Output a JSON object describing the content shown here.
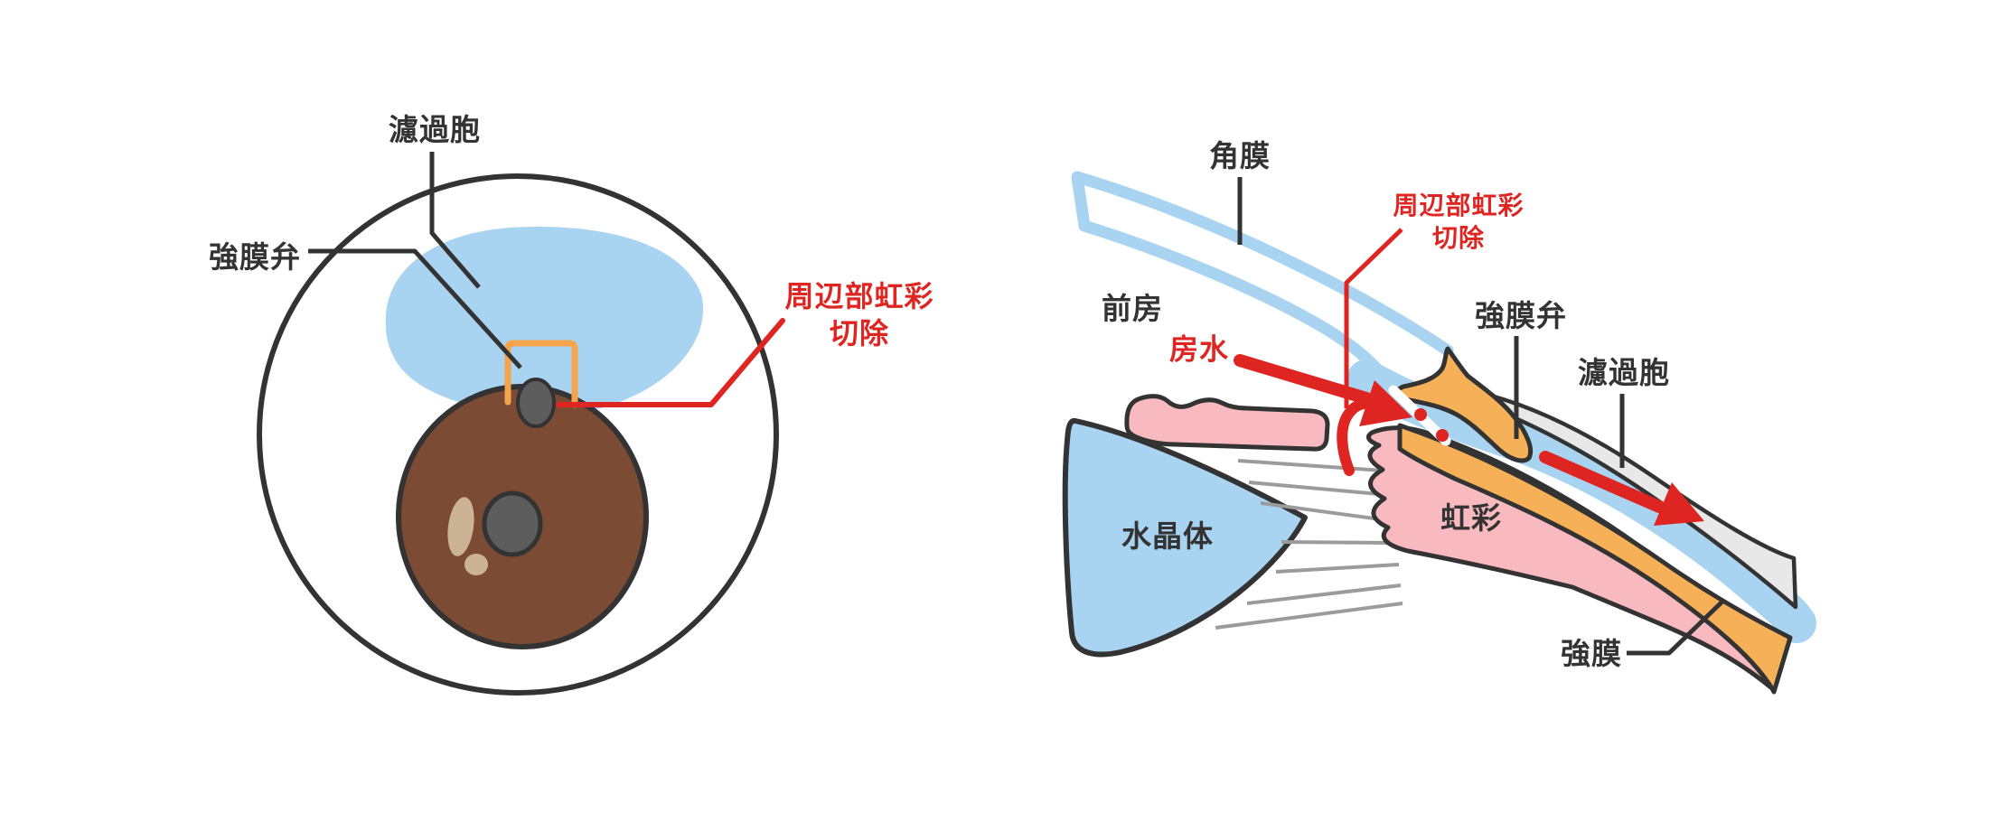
{
  "figure": {
    "type": "medical-anatomy-diagram",
    "subject": "trabeculectomy (glaucoma filtration surgery) of the eye",
    "panels": [
      "eye front view",
      "limbus cross-section view"
    ]
  },
  "labels": {
    "left_bleb": "濾過胞",
    "left_scleral_flap": "強膜弁",
    "left_iridectomy_line1": "周辺部虹彩",
    "left_iridectomy_line2": "切除",
    "right_cornea": "角膜",
    "right_anterior_chamber": "前房",
    "right_aqueous": "房水",
    "right_iridectomy_line1": "周辺部虹彩",
    "right_iridectomy_line2": "切除",
    "right_scleral_flap": "強膜弁",
    "right_bleb": "濾過胞",
    "right_lens": "水晶体",
    "right_iris": "虹彩",
    "right_sclera": "強膜"
  },
  "colors": {
    "outline_dark": "#333333",
    "light_blue": "#a8d4f1",
    "iris_brown": "#7b4b33",
    "pupil_gray": "#5d5d5d",
    "iris_highlight_tan": "#cbb495",
    "flap_orange": "#f6b158",
    "box_orange": "#f5a44c",
    "tissue_pink": "#f8b9bf",
    "conjunctiva_gray": "#e8e8e8",
    "zonule_gray": "#9b9b9b",
    "accent_red": "#df2522",
    "background": "#ffffff"
  }
}
